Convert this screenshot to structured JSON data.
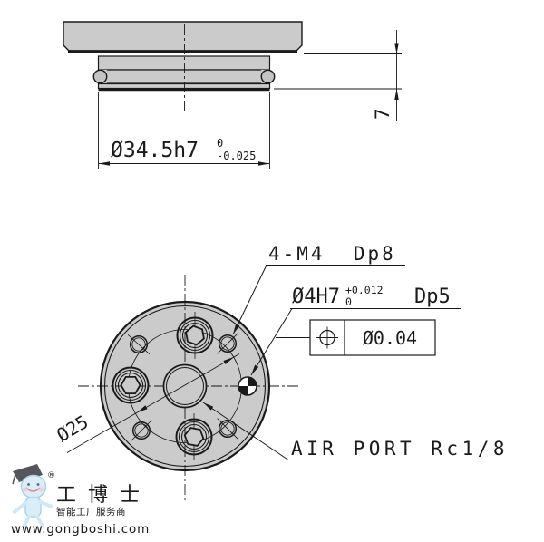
{
  "drawing": {
    "side_view": {
      "width_dim": {
        "main": "Ø34.5h7",
        "tol_top": "0",
        "tol_bottom": "-0.025"
      },
      "height_dim": "7"
    },
    "face_view": {
      "m4_label": "4-M4  Dp8",
      "dowel_label": {
        "main": "Ø4H7",
        "tol_top": "+0.012",
        "tol_bottom": "0",
        "depth": "Dp5"
      },
      "tolerance_frame": {
        "symbol_name": "position-tolerance-icon",
        "value": "Ø0.04"
      },
      "air_port_label": "AIR PORT Rc1/8",
      "bolt_circle_label": "Ø25"
    }
  },
  "watermark": {
    "brand": "工博士",
    "registered": "®",
    "tagline": "智能工厂服务商",
    "url": "www.gongboshi.com"
  },
  "colors": {
    "part_fill": "#cbcbcb",
    "line": "#1a1a1a",
    "watermark_gray": "#b0b0b0",
    "mascot_blue": "#cfe9f6"
  }
}
